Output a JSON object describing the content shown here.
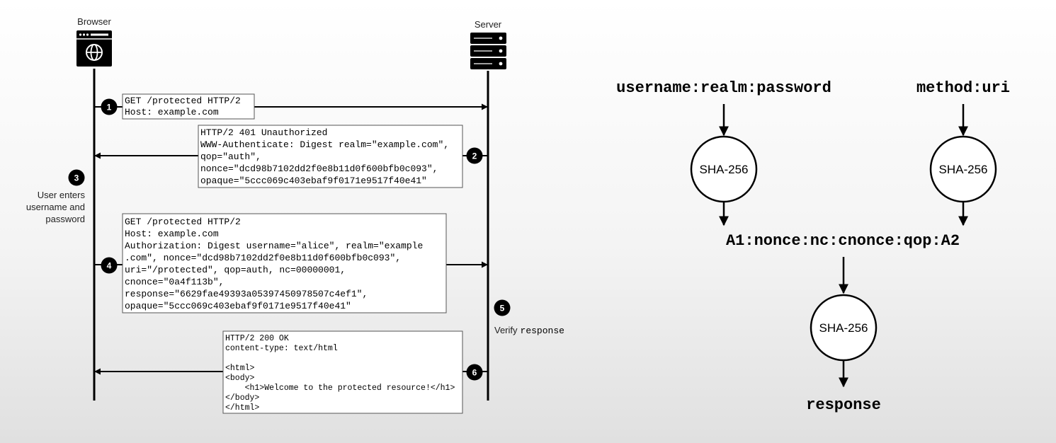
{
  "sequence": {
    "browser_label": "Browser",
    "server_label": "Server",
    "steps": [
      {
        "number": "1",
        "lines": [
          "GET /protected HTTP/2",
          "Host: example.com"
        ]
      },
      {
        "number": "2",
        "lines": [
          "HTTP/2 401 Unauthorized",
          "WWW-Authenticate: Digest realm=\"example.com\",",
          "qop=\"auth\",",
          "nonce=\"dcd98b7102dd2f0e8b11d0f600bfb0c093\",",
          "opaque=\"5ccc069c403ebaf9f0171e9517f40e41\""
        ]
      },
      {
        "number": "3",
        "lines": [
          "User enters",
          "username and",
          "password"
        ]
      },
      {
        "number": "4",
        "lines": [
          "GET /protected HTTP/2",
          "Host: example.com",
          "Authorization: Digest username=\"alice\", realm=\"example",
          ".com\", nonce=\"dcd98b7102dd2f0e8b11d0f600bfb0c093\",",
          "uri=\"/protected\", qop=auth, nc=00000001,",
          "cnonce=\"0a4f113b\",",
          "response=\"6629fae49393a05397450978507c4ef1\",",
          "opaque=\"5ccc069c403ebaf9f0171e9517f40e41\""
        ]
      },
      {
        "number": "5",
        "text_prefix": "Verify",
        "text_mono": "response"
      },
      {
        "number": "6",
        "lines": [
          "HTTP/2 200 OK",
          "content-type: text/html",
          "",
          "<html>",
          "<body>",
          "    <h1>Welcome to the protected resource!</h1>",
          "</body>",
          "</html>"
        ]
      }
    ]
  },
  "hash_diagram": {
    "input_a": "username:realm:password",
    "input_b": "method:uri",
    "hash_a": "SHA-256",
    "hash_b": "SHA-256",
    "combined": "A1:nonce:nc:cnonce:qop:A2",
    "hash_c": "SHA-256",
    "output": "response"
  },
  "colors": {
    "line": "#000000",
    "badge_fill": "#000000",
    "box_fill": "#ffffff",
    "box_stroke": "#555555"
  },
  "icons": {
    "browser": "browser-window-globe-icon",
    "server": "server-rack-icon"
  }
}
